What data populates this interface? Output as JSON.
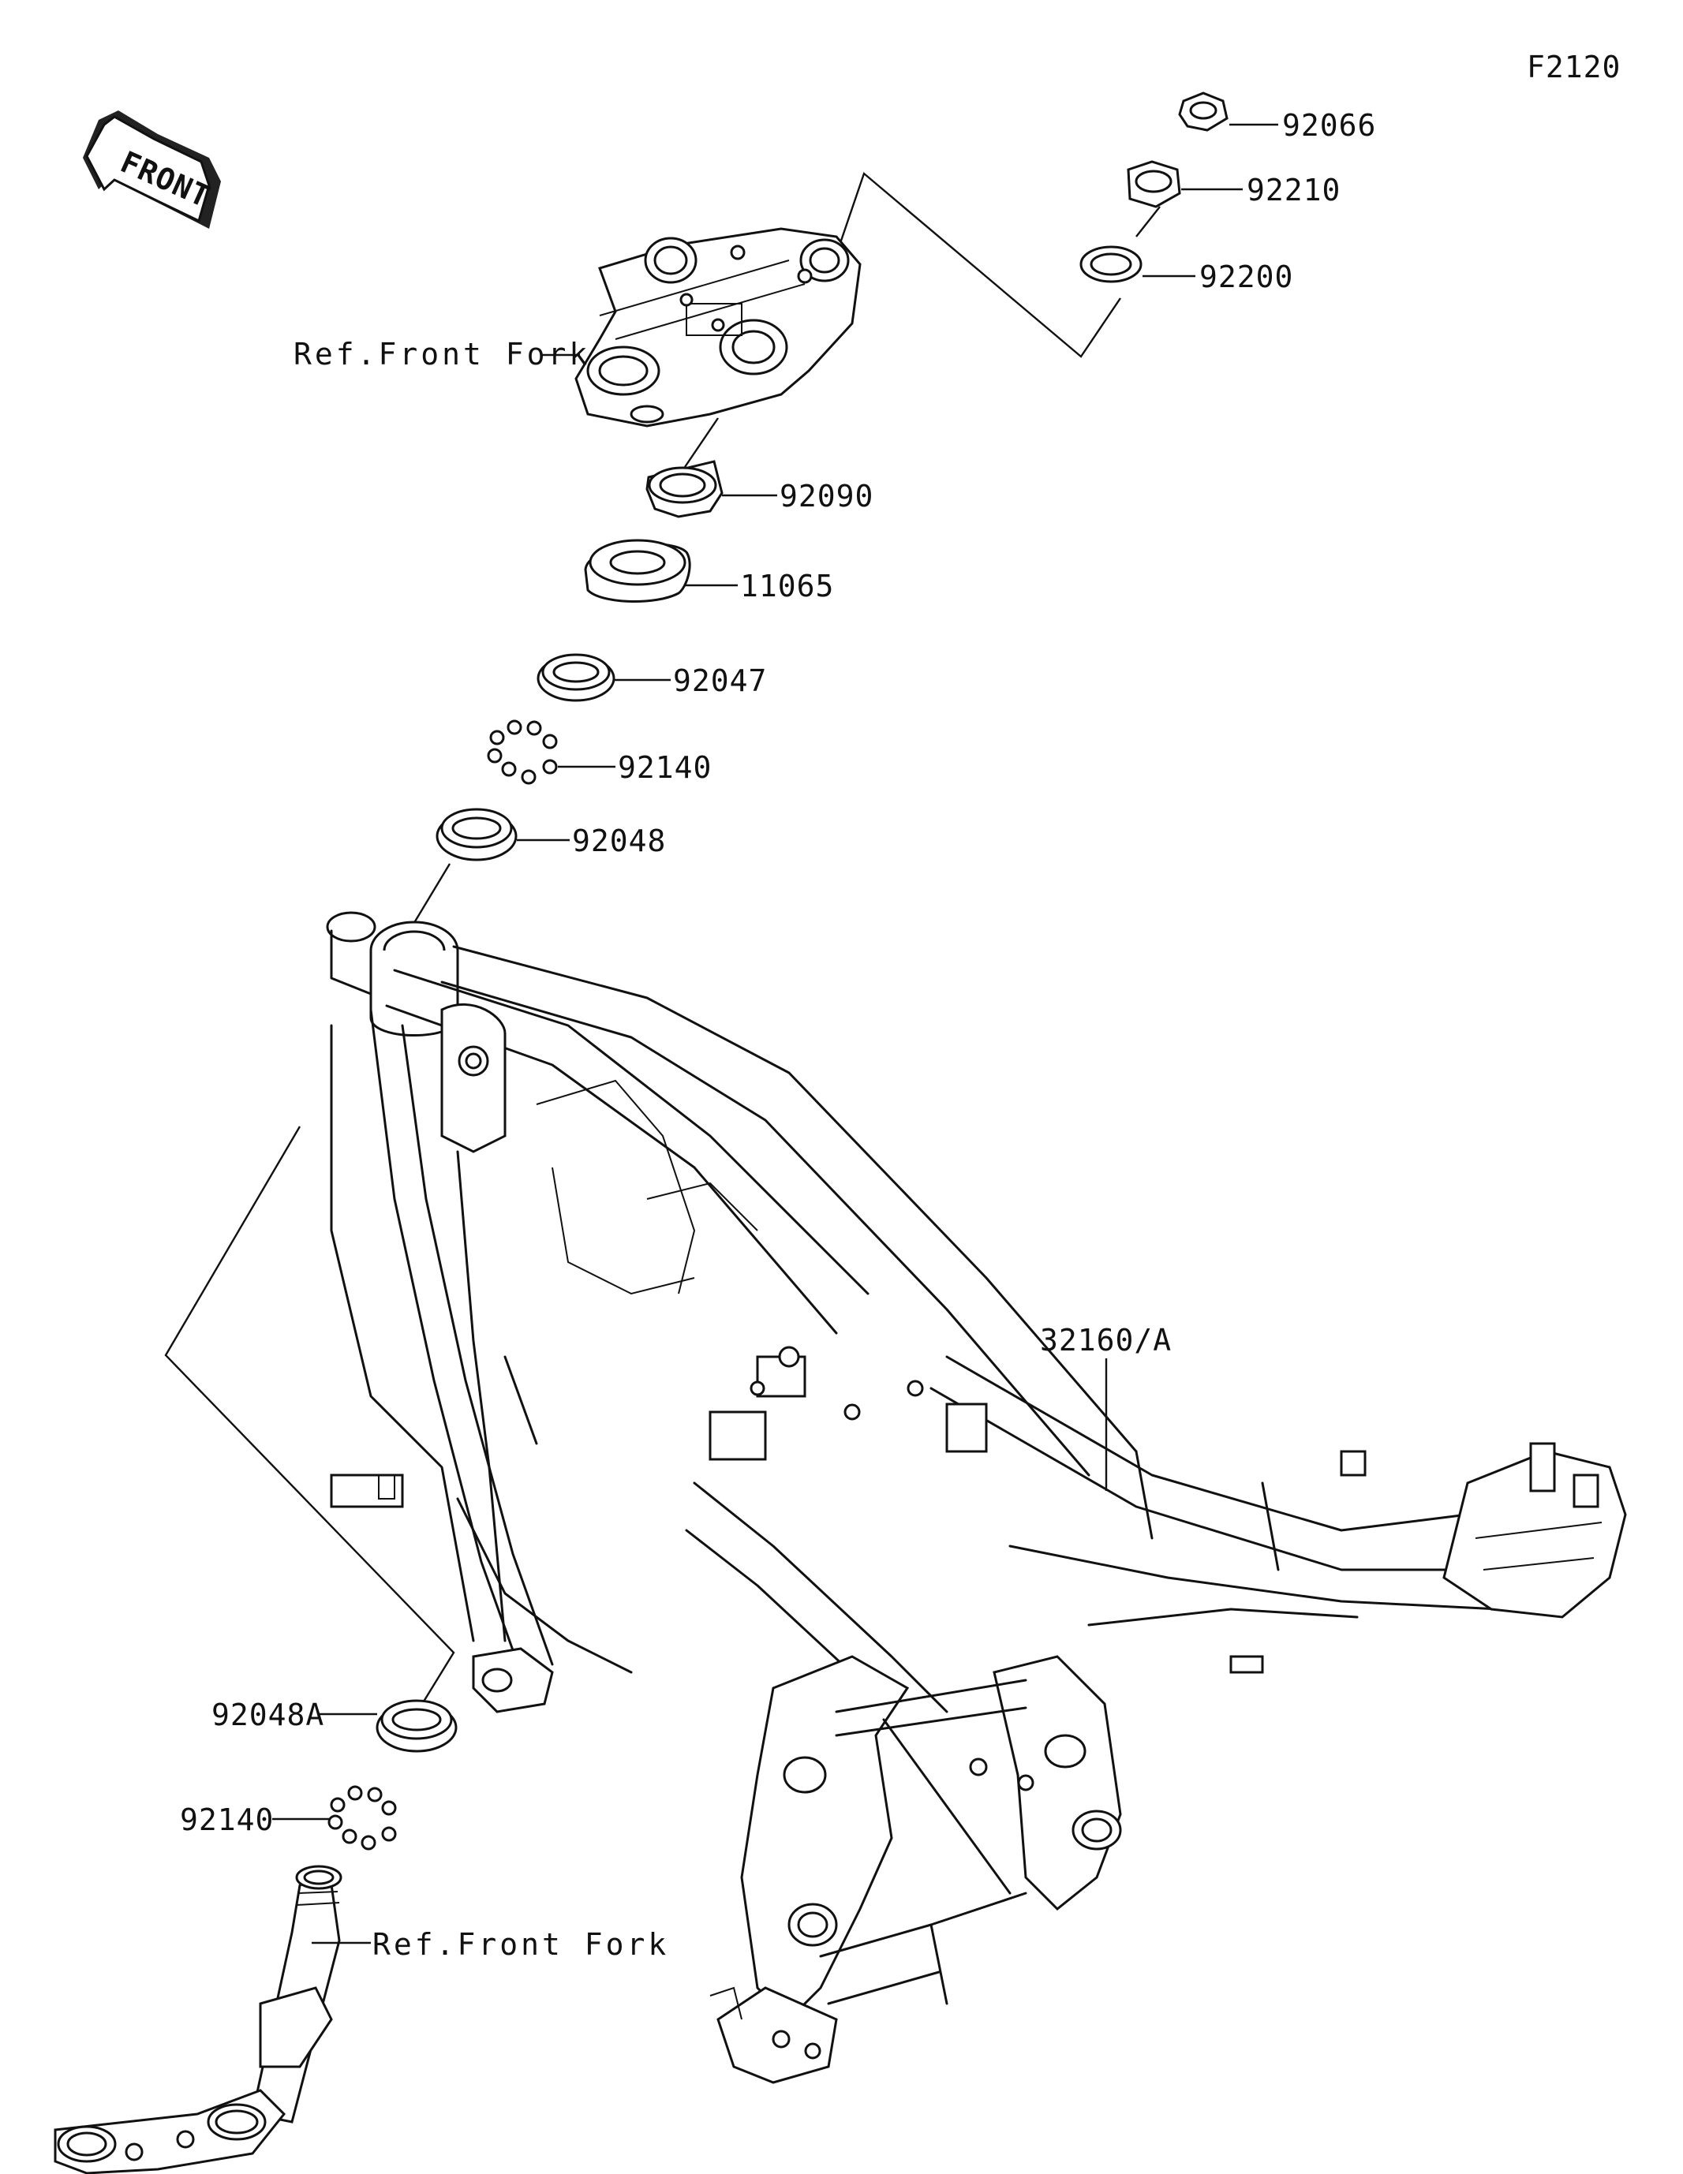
{
  "figure_code": "F2120",
  "front_badge": "FRONT",
  "labels": {
    "ref_front_fork_upper": "Ref.Front Fork",
    "ref_front_fork_lower": "Ref.Front Fork",
    "p92066": "92066",
    "p92210": "92210",
    "p92200": "92200",
    "p92090": "92090",
    "p11065": "11065",
    "p92047": "92047",
    "p92140_upper": "92140",
    "p92048": "92048",
    "p32160A": "32160/A",
    "p92048A": "92048A",
    "p92140_lower": "92140"
  }
}
